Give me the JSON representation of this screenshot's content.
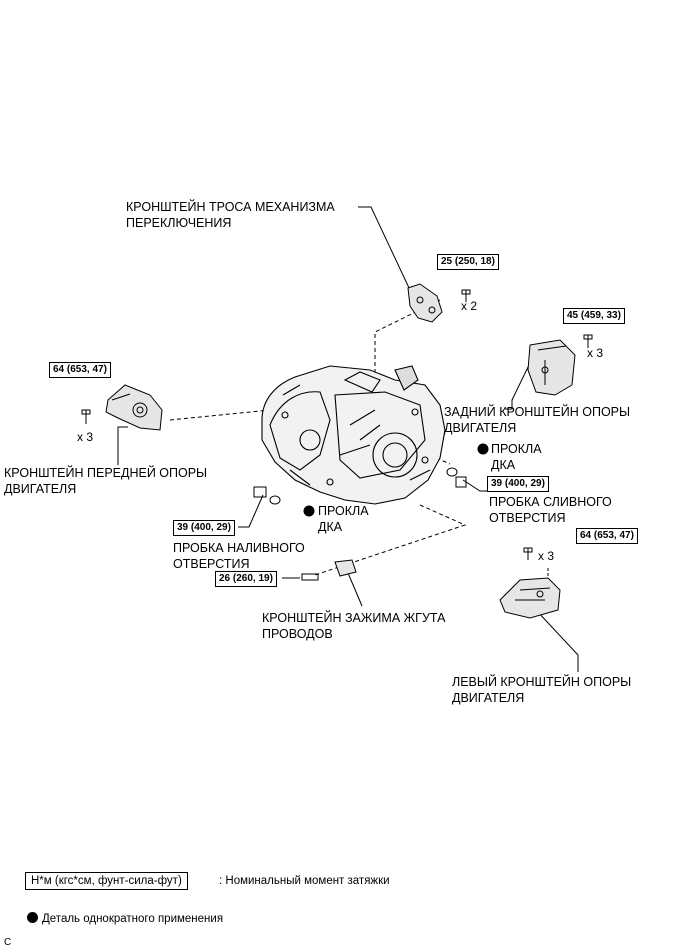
{
  "labels": {
    "shift_cable_bracket": [
      "КРОНШТЕЙН ТРОСА МЕХАНИЗМА",
      "ПЕРЕКЛЮЧЕНИЯ"
    ],
    "rear_mount_bracket": [
      "ЗАДНИЙ КРОНШТЕЙН ОПОРЫ",
      "ДВИГАТЕЛЯ"
    ],
    "front_mount_bracket": [
      "КРОНШТЕЙН ПЕРЕДНЕЙ ОПОРЫ",
      "ДВИГАТЕЛЯ"
    ],
    "gasket_right": [
      "ПРОКЛА",
      "ДКА"
    ],
    "gasket_left": [
      "ПРОКЛА",
      "ДКА"
    ],
    "drain_plug": [
      "ПРОБКА СЛИВНОГО",
      "ОТВЕРСТИЯ"
    ],
    "filler_plug": [
      "ПРОБКА НАЛИВНОГО",
      "ОТВЕРСТИЯ"
    ],
    "harness_clamp_bracket": [
      "КРОНШТЕЙН ЗАЖИМА ЖГУТА",
      "ПРОВОДОВ"
    ],
    "left_mount_bracket": [
      "ЛЕВЫЙ КРОНШТЕЙН ОПОРЫ",
      "ДВИГАТЕЛЯ"
    ]
  },
  "torques": {
    "shift_cable": "25 (250, 18)",
    "rear_mount": "45 (459, 33)",
    "front_mount": "64 (653, 47)",
    "drain_plug": "39 (400, 29)",
    "filler_plug": "39 (400, 29)",
    "harness_clamp": "26 (260, 19)",
    "left_mount": "64 (653, 47)"
  },
  "quantities": {
    "shift_cable": "x 2",
    "rear_mount": "x 3",
    "front_mount": "x 3",
    "left_mount": "x 3"
  },
  "legend": {
    "torque_units": "Н*м (кгс*см, фунт-сила-фут)",
    "torque_desc": ": Номинальный момент затяжки",
    "single_use": "Деталь однократного применения"
  },
  "corner_mark": "C"
}
